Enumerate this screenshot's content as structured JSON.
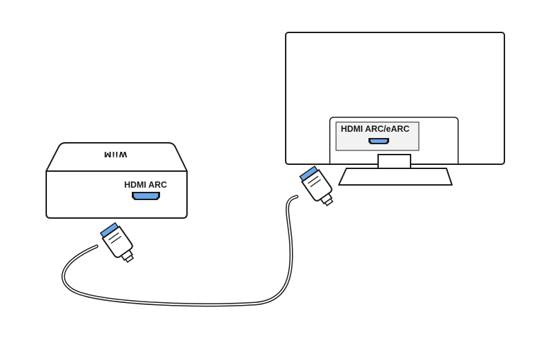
{
  "device": {
    "logo": "WiiM",
    "port_label": "HDMI ARC"
  },
  "tv": {
    "port_label": "HDMI ARC/eARC"
  },
  "colors": {
    "outline": "#1a1a1a",
    "port_fill": "#6aa6e8",
    "panel_bg": "#f2f2f2",
    "cable": "#1a1a1a"
  },
  "icons": [
    "hdmi-port-icon",
    "hdmi-connector-icon",
    "hdmi-cable-icon"
  ]
}
